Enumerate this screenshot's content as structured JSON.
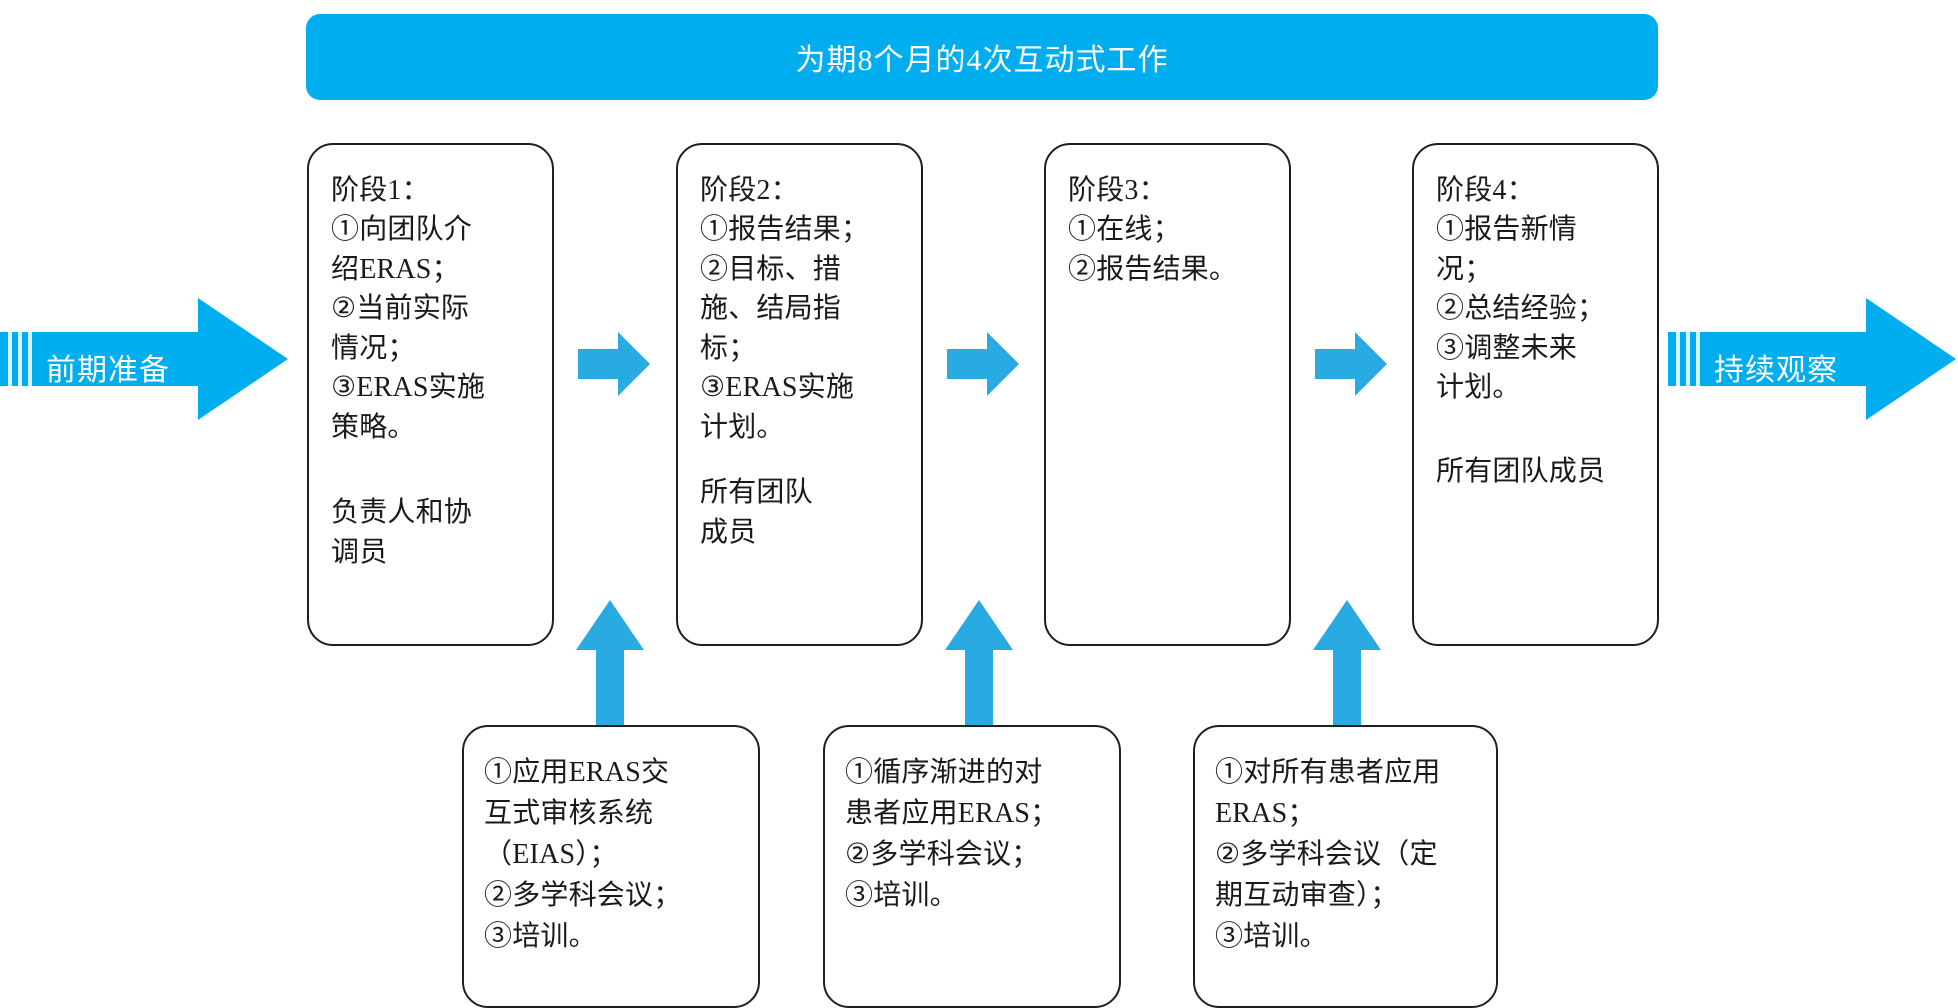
{
  "colors": {
    "accent_blue": "#00AEEF",
    "box_border": "#231f20",
    "box_fill": "#ffffff",
    "banner_text": "#ffffff",
    "body_text": "#1a1a1a"
  },
  "banner": {
    "title": "为期8个月的4次互动式工作"
  },
  "entry_arrow": {
    "label": "前期准备"
  },
  "exit_arrow": {
    "label": "持续观察"
  },
  "phases": [
    {
      "id": "phase-1",
      "body": "阶段1：\n①向团队介\n绍ERAS；\n②当前实际\n情况；\n③ERAS实施\n策略。",
      "owner": "负责人和协\n调员"
    },
    {
      "id": "phase-2",
      "body": "阶段2：\n①报告结果；\n②目标、措\n施、结局指\n标；\n③ERAS实施\n计划。",
      "owner": "所有团队\n成员"
    },
    {
      "id": "phase-3",
      "body": "阶段3：\n①在线；\n②报告结果。",
      "owner": ""
    },
    {
      "id": "phase-4",
      "body": "阶段4：\n①报告新情\n况；\n②总结经验；\n③调整未来\n计划。",
      "owner": "所有团队成员"
    }
  ],
  "sub_activities": [
    {
      "id": "sub-1",
      "body": "①应用ERAS交\n互式审核系统\n（EIAS）；\n②多学科会议；\n③培训。"
    },
    {
      "id": "sub-2",
      "body": "①循序渐进的对\n患者应用ERAS；\n②多学科会议；\n③培训。"
    },
    {
      "id": "sub-3",
      "body": "①对所有患者应用\nERAS；\n②多学科会议（定\n期互动审查）；\n③培训。"
    }
  ],
  "connectors": {
    "between_phases_icon": "arrow-right-icon",
    "from_sub_icon": "arrow-up-icon",
    "entry_icon": "big-arrow-right-icon",
    "exit_icon": "big-arrow-right-icon"
  }
}
